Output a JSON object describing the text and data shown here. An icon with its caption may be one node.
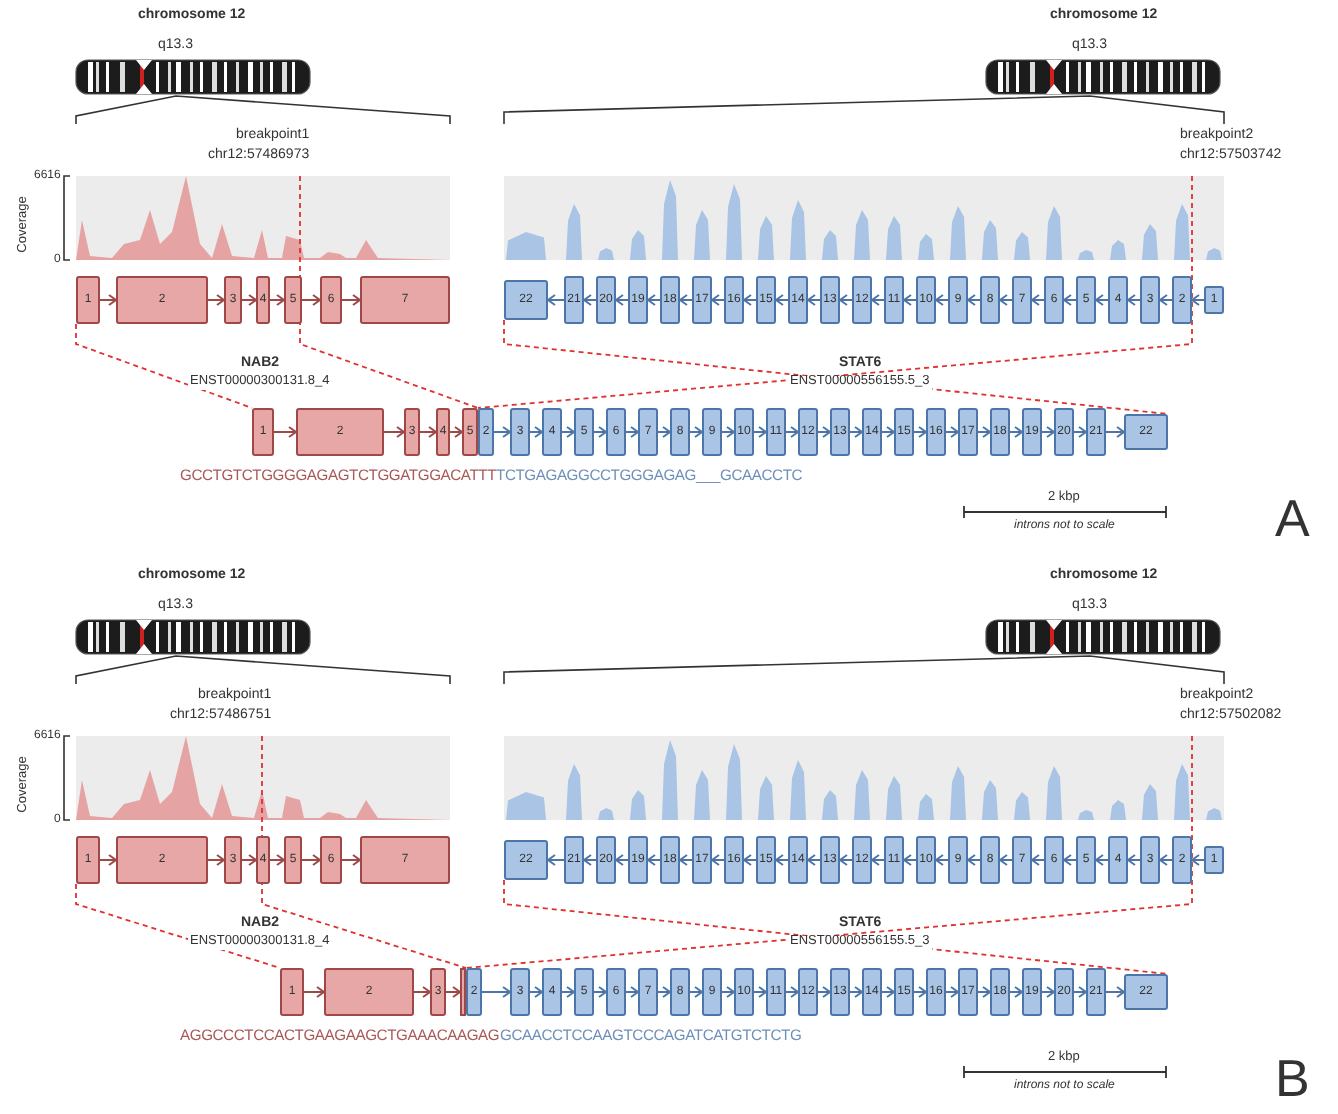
{
  "diagram": {
    "nodes": [
      {
        "text": [
          "1"
        ]
      },
      {
        "text": [
          "2"
        ]
      },
      {
        "text": [
          "3"
        ]
      },
      {
        "text": [
          "4"
        ]
      },
      {
        "text": [
          "5"
        ]
      },
      {
        "text": [
          "6"
        ]
      },
      {
        "text": [
          "7"
        ]
      },
      {
        "text": [
          "22"
        ]
      },
      {
        "text": [
          "21"
        ]
      },
      {
        "text": [
          "20"
        ]
      },
      {
        "text": [
          "19"
        ]
      },
      {
        "text": [
          "18"
        ]
      },
      {
        "text": [
          "17"
        ]
      },
      {
        "text": [
          "16"
        ]
      },
      {
        "text": [
          "15"
        ]
      },
      {
        "text": [
          "14"
        ]
      },
      {
        "text": [
          "13"
        ]
      },
      {
        "text": [
          "12"
        ]
      },
      {
        "text": [
          "11"
        ]
      },
      {
        "text": [
          "10"
        ]
      },
      {
        "text": [
          "9"
        ]
      },
      {
        "text": [
          "8"
        ]
      },
      {
        "text": [
          "7"
        ]
      },
      {
        "text": [
          "6"
        ]
      },
      {
        "text": [
          "5"
        ]
      },
      {
        "text": [
          "4"
        ]
      },
      {
        "text": [
          "3"
        ]
      },
      {
        "text": [
          "2"
        ]
      },
      {
        "text": [
          "1"
        ]
      },
      {
        "text": [
          "1"
        ]
      },
      {
        "text": [
          "2"
        ]
      },
      {
        "text": [
          "3"
        ]
      },
      {
        "text": [
          "4"
        ]
      },
      {
        "text": [
          "5"
        ]
      },
      {
        "text": [
          "2"
        ]
      },
      {
        "text": [
          "3"
        ]
      },
      {
        "text": [
          "4"
        ]
      },
      {
        "text": [
          "5"
        ]
      },
      {
        "text": [
          "6"
        ]
      },
      {
        "text": [
          "7"
        ]
      },
      {
        "text": [
          "8"
        ]
      },
      {
        "text": [
          "9"
        ]
      },
      {
        "text": [
          "10"
        ]
      },
      {
        "text": [
          "11"
        ]
      },
      {
        "text": [
          "12"
        ]
      },
      {
        "text": [
          "13"
        ]
      },
      {
        "text": [
          "14"
        ]
      },
      {
        "text": [
          "15"
        ]
      },
      {
        "text": [
          "16"
        ]
      },
      {
        "text": [
          "17"
        ]
      },
      {
        "text": [
          "18"
        ]
      },
      {
        "text": [
          "19"
        ]
      },
      {
        "text": [
          "20"
        ]
      },
      {
        "text": [
          "21"
        ]
      },
      {
        "text": [
          "22"
        ]
      },
      {
        "text": [
          "1"
        ]
      },
      {
        "text": [
          "2"
        ]
      },
      {
        "text": [
          "3"
        ]
      },
      {
        "text": [
          "4"
        ]
      },
      {
        "text": [
          "5"
        ]
      },
      {
        "text": [
          "6"
        ]
      },
      {
        "text": [
          "7"
        ]
      },
      {
        "text": [
          "22"
        ]
      },
      {
        "text": [
          "21"
        ]
      },
      {
        "text": [
          "20"
        ]
      },
      {
        "text": [
          "19"
        ]
      },
      {
        "text": [
          "18"
        ]
      },
      {
        "text": [
          "17"
        ]
      },
      {
        "text": [
          "16"
        ]
      },
      {
        "text": [
          "15"
        ]
      },
      {
        "text": [
          "14"
        ]
      },
      {
        "text": [
          "13"
        ]
      },
      {
        "text": [
          "12"
        ]
      },
      {
        "text": [
          "11"
        ]
      },
      {
        "text": [
          "10"
        ]
      },
      {
        "text": [
          "9"
        ]
      },
      {
        "text": [
          "8"
        ]
      },
      {
        "text": [
          "7"
        ]
      },
      {
        "text": [
          "6"
        ]
      },
      {
        "text": [
          "5"
        ]
      },
      {
        "text": [
          "4"
        ]
      },
      {
        "text": [
          "3"
        ]
      },
      {
        "text": [
          "2"
        ]
      },
      {
        "text": [
          "1"
        ]
      },
      {
        "text": [
          "1"
        ]
      },
      {
        "text": [
          "2"
        ]
      },
      {
        "text": [
          "3"
        ]
      },
      {
        "text": [],
        "shape": "box"
      },
      {
        "text": [
          "2"
        ]
      },
      {
        "text": [
          "3"
        ]
      },
      {
        "text": [
          "4"
        ]
      },
      {
        "text": [
          "5"
        ]
      },
      {
        "text": [
          "6"
        ]
      },
      {
        "text": [
          "7"
        ]
      },
      {
        "text": [
          "8"
        ]
      },
      {
        "text": [
          "9"
        ]
      },
      {
        "text": [
          "10"
        ]
      },
      {
        "text": [
          "11"
        ]
      },
      {
        "text": [
          "12"
        ]
      },
      {
        "text": [
          "13"
        ]
      },
      {
        "text": [
          "14"
        ]
      },
      {
        "text": [
          "15"
        ]
      },
      {
        "text": [
          "16"
        ]
      },
      {
        "text": [
          "17"
        ]
      },
      {
        "text": [
          "18"
        ]
      },
      {
        "text": [
          "19"
        ]
      },
      {
        "text": [
          "20"
        ]
      },
      {
        "text": [
          "21"
        ]
      },
      {
        "text": [
          "22"
        ]
      },
      {
        "text": [],
        "shape": "chart"
      },
      {
        "text": [],
        "shape": "chart"
      },
      {
        "text": [],
        "shape": "chart"
      },
      {
        "text": [],
        "shape": "chart"
      }
    ],
    "edges": [
      {
        "from": 0,
        "to": 29,
        "arrow": "none",
        "style": "dashed",
        "color": "#e03030"
      },
      {
        "from": 109,
        "to": 34,
        "arrow": "none",
        "style": "dashed",
        "color": "#e03030"
      },
      {
        "from": 7,
        "to": 54,
        "arrow": "none",
        "style": "dashed",
        "color": "#e03030"
      },
      {
        "from": 110,
        "to": 34,
        "arrow": "none",
        "style": "dashed",
        "color": "#e03030"
      },
      {
        "from": 55,
        "to": 84,
        "arrow": "none",
        "style": "dashed",
        "color": "#e03030"
      },
      {
        "from": 111,
        "to": 88,
        "arrow": "none",
        "style": "dashed",
        "color": "#e03030"
      },
      {
        "from": 62,
        "to": 108,
        "arrow": "none",
        "style": "dashed",
        "color": "#e03030"
      },
      {
        "from": 112,
        "to": 88,
        "arrow": "none",
        "style": "dashed",
        "color": "#e03030"
      },
      {
        "from": 0,
        "to": 1,
        "arrow": "to",
        "color": "#a04848"
      },
      {
        "from": 1,
        "to": 2,
        "arrow": "to",
        "color": "#a04848"
      },
      {
        "from": 2,
        "to": 3,
        "arrow": "to",
        "color": "#a04848"
      },
      {
        "from": 3,
        "to": 4,
        "arrow": "to",
        "color": "#a04848"
      },
      {
        "from": 4,
        "to": 5,
        "arrow": "to",
        "color": "#a04848"
      },
      {
        "from": 5,
        "to": 6,
        "arrow": "to",
        "color": "#a04848"
      },
      {
        "from": 8,
        "to": 7,
        "arrow": "to"
      },
      {
        "from": 9,
        "to": 8,
        "arrow": "to"
      },
      {
        "from": 10,
        "to": 9,
        "arrow": "to"
      },
      {
        "from": 11,
        "to": 10,
        "arrow": "to"
      },
      {
        "from": 12,
        "to": 11,
        "arrow": "to"
      },
      {
        "from": 13,
        "to": 12,
        "arrow": "to"
      },
      {
        "from": 14,
        "to": 13,
        "arrow": "to"
      },
      {
        "from": 15,
        "to": 14,
        "arrow": "to"
      },
      {
        "from": 16,
        "to": 15,
        "arrow": "to"
      },
      {
        "from": 17,
        "to": 16,
        "arrow": "to"
      },
      {
        "from": 18,
        "to": 17,
        "arrow": "to"
      },
      {
        "from": 19,
        "to": 18,
        "arrow": "to"
      },
      {
        "from": 20,
        "to": 19,
        "arrow": "to"
      },
      {
        "from": 21,
        "to": 20,
        "arrow": "to"
      },
      {
        "from": 22,
        "to": 21,
        "arrow": "to"
      },
      {
        "from": 23,
        "to": 22,
        "arrow": "to"
      },
      {
        "from": 24,
        "to": 23,
        "arrow": "to"
      },
      {
        "from": 25,
        "to": 24,
        "arrow": "to"
      },
      {
        "from": 26,
        "to": 25,
        "arrow": "to"
      },
      {
        "from": 27,
        "to": 26,
        "arrow": "to"
      },
      {
        "from": 28,
        "to": 27,
        "arrow": "to"
      },
      {
        "from": 29,
        "to": 30,
        "arrow": "to",
        "color": "#a04848"
      },
      {
        "from": 30,
        "to": 31,
        "arrow": "to",
        "color": "#a04848"
      },
      {
        "from": 31,
        "to": 32,
        "arrow": "to",
        "color": "#a04848"
      },
      {
        "from": 32,
        "to": 33,
        "arrow": "to",
        "color": "#a04848"
      },
      {
        "from": 34,
        "to": 35,
        "arrow": "to"
      },
      {
        "from": 35,
        "to": 36,
        "arrow": "to"
      },
      {
        "from": 36,
        "to": 37,
        "arrow": "to"
      },
      {
        "from": 37,
        "to": 38,
        "arrow": "to"
      },
      {
        "from": 38,
        "to": 39,
        "arrow": "to"
      },
      {
        "from": 39,
        "to": 40,
        "arrow": "to"
      },
      {
        "from": 40,
        "to": 41,
        "arrow": "to"
      },
      {
        "from": 41,
        "to": 42,
        "arrow": "to"
      },
      {
        "from": 42,
        "to": 43,
        "arrow": "to"
      },
      {
        "from": 43,
        "to": 44,
        "arrow": "to"
      },
      {
        "from": 44,
        "to": 45,
        "arrow": "to"
      },
      {
        "from": 45,
        "to": 46,
        "arrow": "to"
      },
      {
        "from": 46,
        "to": 47,
        "arrow": "to"
      },
      {
        "from": 47,
        "to": 48,
        "arrow": "to"
      },
      {
        "from": 48,
        "to": 49,
        "arrow": "to"
      },
      {
        "from": 49,
        "to": 50,
        "arrow": "to"
      },
      {
        "from": 50,
        "to": 51,
        "arrow": "to"
      },
      {
        "from": 51,
        "to": 52,
        "arrow": "to"
      },
      {
        "from": 52,
        "to": 53,
        "arrow": "to"
      },
      {
        "from": 53,
        "to": 54,
        "arrow": "to"
      },
      {
        "from": 55,
        "to": 56,
        "arrow": "to",
        "color": "#a04848"
      },
      {
        "from": 56,
        "to": 57,
        "arrow": "to",
        "color": "#a04848"
      },
      {
        "from": 57,
        "to": 58,
        "arrow": "to",
        "color": "#a04848"
      },
      {
        "from": 58,
        "to": 59,
        "arrow": "to",
        "color": "#a04848"
      },
      {
        "from": 59,
        "to": 60,
        "arrow": "to",
        "color": "#a04848"
      },
      {
        "from": 60,
        "to": 61,
        "arrow": "to",
        "color": "#a04848"
      },
      {
        "from": 63,
        "to": 62,
        "arrow": "to"
      },
      {
        "from": 64,
        "to": 63,
        "arrow": "to"
      },
      {
        "from": 65,
        "to": 64,
        "arrow": "to"
      },
      {
        "from": 66,
        "to": 65,
        "arrow": "to"
      },
      {
        "from": 67,
        "to": 66,
        "arrow": "to"
      },
      {
        "from": 68,
        "to": 67,
        "arrow": "to"
      },
      {
        "from": 69,
        "to": 68,
        "arrow": "to"
      },
      {
        "from": 70,
        "to": 69,
        "arrow": "to"
      },
      {
        "from": 71,
        "to": 70,
        "arrow": "to"
      },
      {
        "from": 72,
        "to": 71,
        "arrow": "to"
      },
      {
        "from": 73,
        "to": 72,
        "arrow": "to"
      },
      {
        "from": 74,
        "to": 73,
        "arrow": "to"
      },
      {
        "from": 75,
        "to": 74,
        "arrow": "to"
      },
      {
        "from": 76,
        "to": 75,
        "arrow": "to"
      },
      {
        "from": 77,
        "to": 76,
        "arrow": "to"
      },
      {
        "from": 78,
        "to": 77,
        "arrow": "to"
      },
      {
        "from": 79,
        "to": 78,
        "arrow": "to"
      },
      {
        "from": 80,
        "to": 79,
        "arrow": "to"
      },
      {
        "from": 81,
        "to": 80,
        "arrow": "to"
      },
      {
        "from": 82,
        "to": 81,
        "arrow": "to"
      },
      {
        "from": 83,
        "to": 82,
        "arrow": "to"
      },
      {
        "from": 84,
        "to": 85,
        "arrow": "to",
        "color": "#a04848"
      },
      {
        "from": 85,
        "to": 86,
        "arrow": "to",
        "color": "#a04848"
      },
      {
        "from": 86,
        "to": 87,
        "arrow": "to",
        "color": "#a04848"
      },
      {
        "from": 88,
        "to": 89,
        "arrow": "to"
      },
      {
        "from": 89,
        "to": 90,
        "arrow": "to"
      },
      {
        "from": 90,
        "to": 91,
        "arrow": "to"
      },
      {
        "from": 91,
        "to": 92,
        "arrow": "to"
      },
      {
        "from": 92,
        "to": 93,
        "arrow": "to"
      },
      {
        "from": 93,
        "to": 94,
        "arrow": "to"
      },
      {
        "from": 94,
        "to": 95,
        "arrow": "to"
      },
      {
        "from": 95,
        "to": 96,
        "arrow": "to"
      },
      {
        "from": 96,
        "to": 97,
        "arrow": "to"
      },
      {
        "from": 97,
        "to": 98,
        "arrow": "to"
      },
      {
        "from": 98,
        "to": 99,
        "arrow": "to"
      },
      {
        "from": 99,
        "to": 100,
        "arrow": "to"
      },
      {
        "from": 100,
        "to": 101,
        "arrow": "to"
      },
      {
        "from": 101,
        "to": 102,
        "arrow": "to"
      },
      {
        "from": 102,
        "to": 103,
        "arrow": "to"
      },
      {
        "from": 103,
        "to": 104,
        "arrow": "to"
      },
      {
        "from": 104,
        "to": 105,
        "arrow": "to"
      },
      {
        "from": 105,
        "to": 106,
        "arrow": "to"
      },
      {
        "from": 106,
        "to": 107,
        "arrow": "to"
      },
      {
        "from": 107,
        "to": 108,
        "arrow": "to"
      }
    ],
    "labels": [
      "chromosome 12",
      "chromosome 12",
      "q13.3",
      "q13.3",
      "breakpoint1",
      "breakpoint2",
      "chr12:57486973",
      "chr12:57503742",
      "6616",
      "Coverage",
      "0",
      "NAB2",
      "STAT6",
      "ENST00000300131.8_4",
      "ENST00000556155.5_3",
      "GCCTGTCTGGGGAGAGTCTGGATGGACATTT",
      "TCTGAGAGGCCTGGGAGAG___GCAACCTC",
      "2 kbp",
      "introns not to scale",
      "A",
      "chromosome 12",
      "chromosome 12",
      "q13.3",
      "q13.3",
      "breakpoint1",
      "breakpoint2",
      "chr12:57486751",
      "chr12:57502082",
      "6616",
      "Coverage",
      "0",
      "NAB2",
      "STAT6",
      "ENST00000300131.8_4",
      "ENST00000556155.5_3",
      "AGGCCCTCCACTGAAGAAGCTGAAACAAGAG",
      "GCAACCTCCAAGTCCCAGATCATGTCTCTG",
      "2 kbp",
      "introns not to scale",
      "B"
    ]
  }
}
